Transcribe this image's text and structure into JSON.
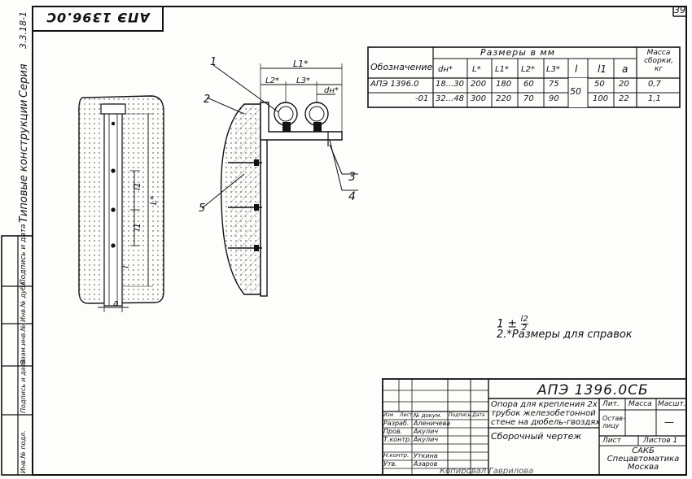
{
  "sheet_number": "39",
  "top_stamp_code": "АПЭ 1396.0С",
  "side_series": "Серия",
  "side_series_code": "3.3.18-1",
  "side_typical": "Типовые конструкции",
  "left_strip_labels": [
    "Подпись и дата",
    "Инв.№ дубл.",
    "Взам.инв.№",
    "Подпись и дата",
    "Инв.№ подл."
  ],
  "drawing": {
    "callouts": [
      "1",
      "2",
      "3",
      "4",
      "5"
    ],
    "dims": {
      "L1": "L1*",
      "L2": "L2*",
      "L3": "L3*",
      "dn": "dн*",
      "l1": "l1",
      "l": "l",
      "L": "L*",
      "a": "a"
    }
  },
  "spec_table": {
    "header_group": "Размеры в мм",
    "col_designation": "Обозначение",
    "columns": [
      "dн*",
      "L*",
      "L1*",
      "L2*",
      "L3*",
      "l",
      "l1",
      "a"
    ],
    "col_mass": "Масса сборки, кг",
    "rows": [
      {
        "designation": "АПЭ 1396.0",
        "dn": "18...30",
        "L": "200",
        "L1": "180",
        "L2": "60",
        "L3": "75",
        "l": "50",
        "l1": "50",
        "a": "20",
        "mass": "0,7"
      },
      {
        "designation": "-01",
        "dn": "32...48",
        "L": "300",
        "L1": "220",
        "L2": "70",
        "L3": "90",
        "l": "",
        "l1": "100",
        "a": "22",
        "mass": "1,1"
      }
    ]
  },
  "notes": {
    "note1": "1 ±",
    "note1_frac_num": "l2",
    "note1_frac_den": "2",
    "note2": "2.*Размеры для справок"
  },
  "title_block": {
    "code": "АПЭ 1396.0СБ",
    "title_lines": [
      "Опора для крепления 2х",
      "трубок железобетонной",
      "стене на дюбель-гвоздях"
    ],
    "subtitle": "Сборочный чертеж",
    "lit_label": "Лит.",
    "mass_label": "Масса",
    "scale_label": "Масшт.",
    "mass_value": "Остав-лицу",
    "scale_value": "—",
    "sheet_label": "Лист",
    "sheets_label": "Листов 1",
    "org_lines": [
      "САКБ",
      "Спецавтоматика",
      "Москва"
    ],
    "header_cells": [
      "Изм",
      "Лист",
      "№ докум.",
      "Подпись",
      "Дата"
    ],
    "staff": [
      {
        "role": "Разраб.",
        "name": "Аленичева"
      },
      {
        "role": "Пров.",
        "name": "Акулич"
      },
      {
        "role": "Т.контр.",
        "name": "Акулич"
      },
      {
        "role": "Н.контр.",
        "name": "Уткина"
      },
      {
        "role": "Утв.",
        "name": "Азаров"
      }
    ]
  },
  "bottom_text": "Копировал Гаврилова"
}
